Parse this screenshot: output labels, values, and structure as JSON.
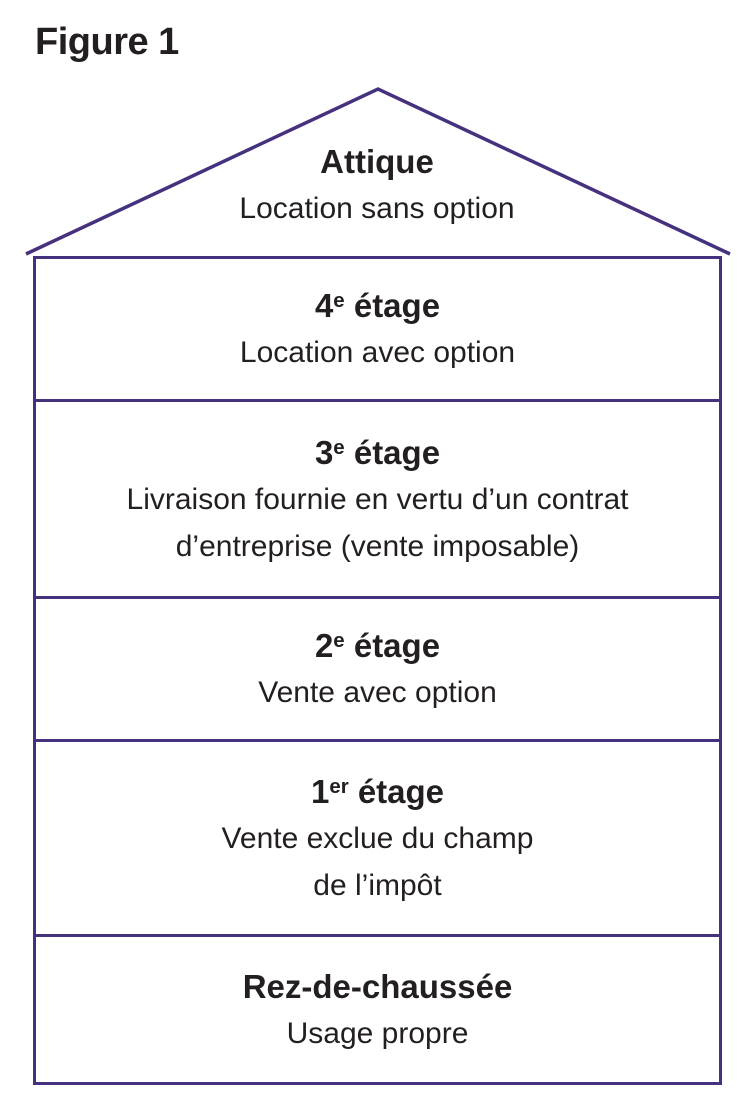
{
  "title": "Figure 1",
  "colors": {
    "outline": "#46317f",
    "text": "#231f20"
  },
  "attic": {
    "name": "Attique",
    "description": "Location sans option"
  },
  "floors": [
    {
      "name_pre": "4",
      "name_sup": "e",
      "name_word": " étage",
      "description": "Location avec option"
    },
    {
      "name_pre": "3",
      "name_sup": "e",
      "name_word": " étage",
      "description": "Livraison fournie en vertu d’un contrat\nd’entreprise (vente imposable)"
    },
    {
      "name_pre": "2",
      "name_sup": "e",
      "name_word": " étage",
      "description": "Vente avec option"
    },
    {
      "name_pre": "1",
      "name_sup": "er",
      "name_word": " étage",
      "description": "Vente exclue du champ\nde l’impôt"
    },
    {
      "name_pre": "Rez-de-chaussée",
      "name_sup": "",
      "name_word": "",
      "description": "Usage propre"
    }
  ]
}
